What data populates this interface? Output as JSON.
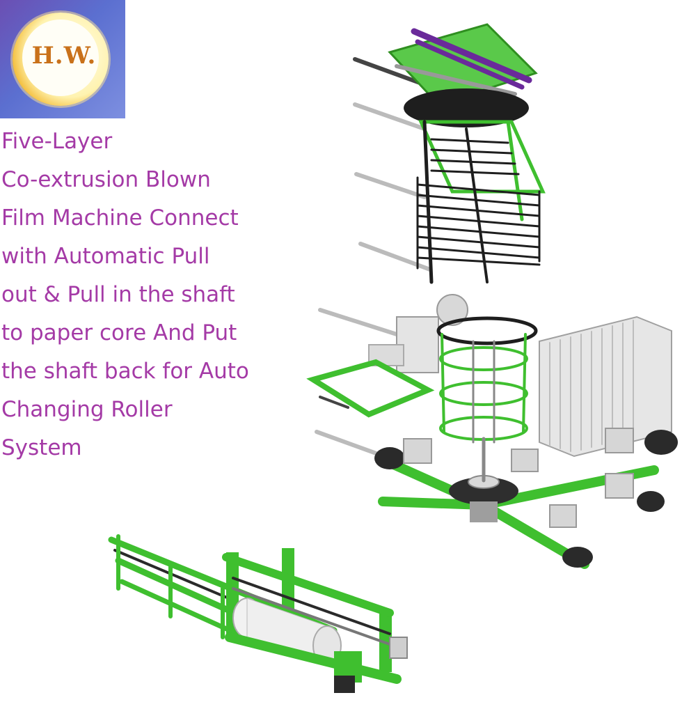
{
  "logo": {
    "text": "H.W."
  },
  "headline": {
    "lines": [
      "Five-Layer",
      "Co-extrusion Blown",
      "Film Machine Connect",
      "with Automatic Pull",
      "out & Pull in the shaft",
      "to paper core And Put",
      "the shaft back for Auto",
      "Changing Roller",
      "System"
    ]
  },
  "colors": {
    "headline": "#a43aa6",
    "frame_green": "#3fbf2f",
    "dark_frame": "#1e1e1e",
    "logo_background": "#6b4fb3",
    "logo_ring": "#f2b830",
    "logo_text": "#c9711a"
  },
  "illustrations": [
    "haul-off-tower-machine",
    "rotating-die-extruder-machine",
    "auto-changing-winder-machine"
  ]
}
